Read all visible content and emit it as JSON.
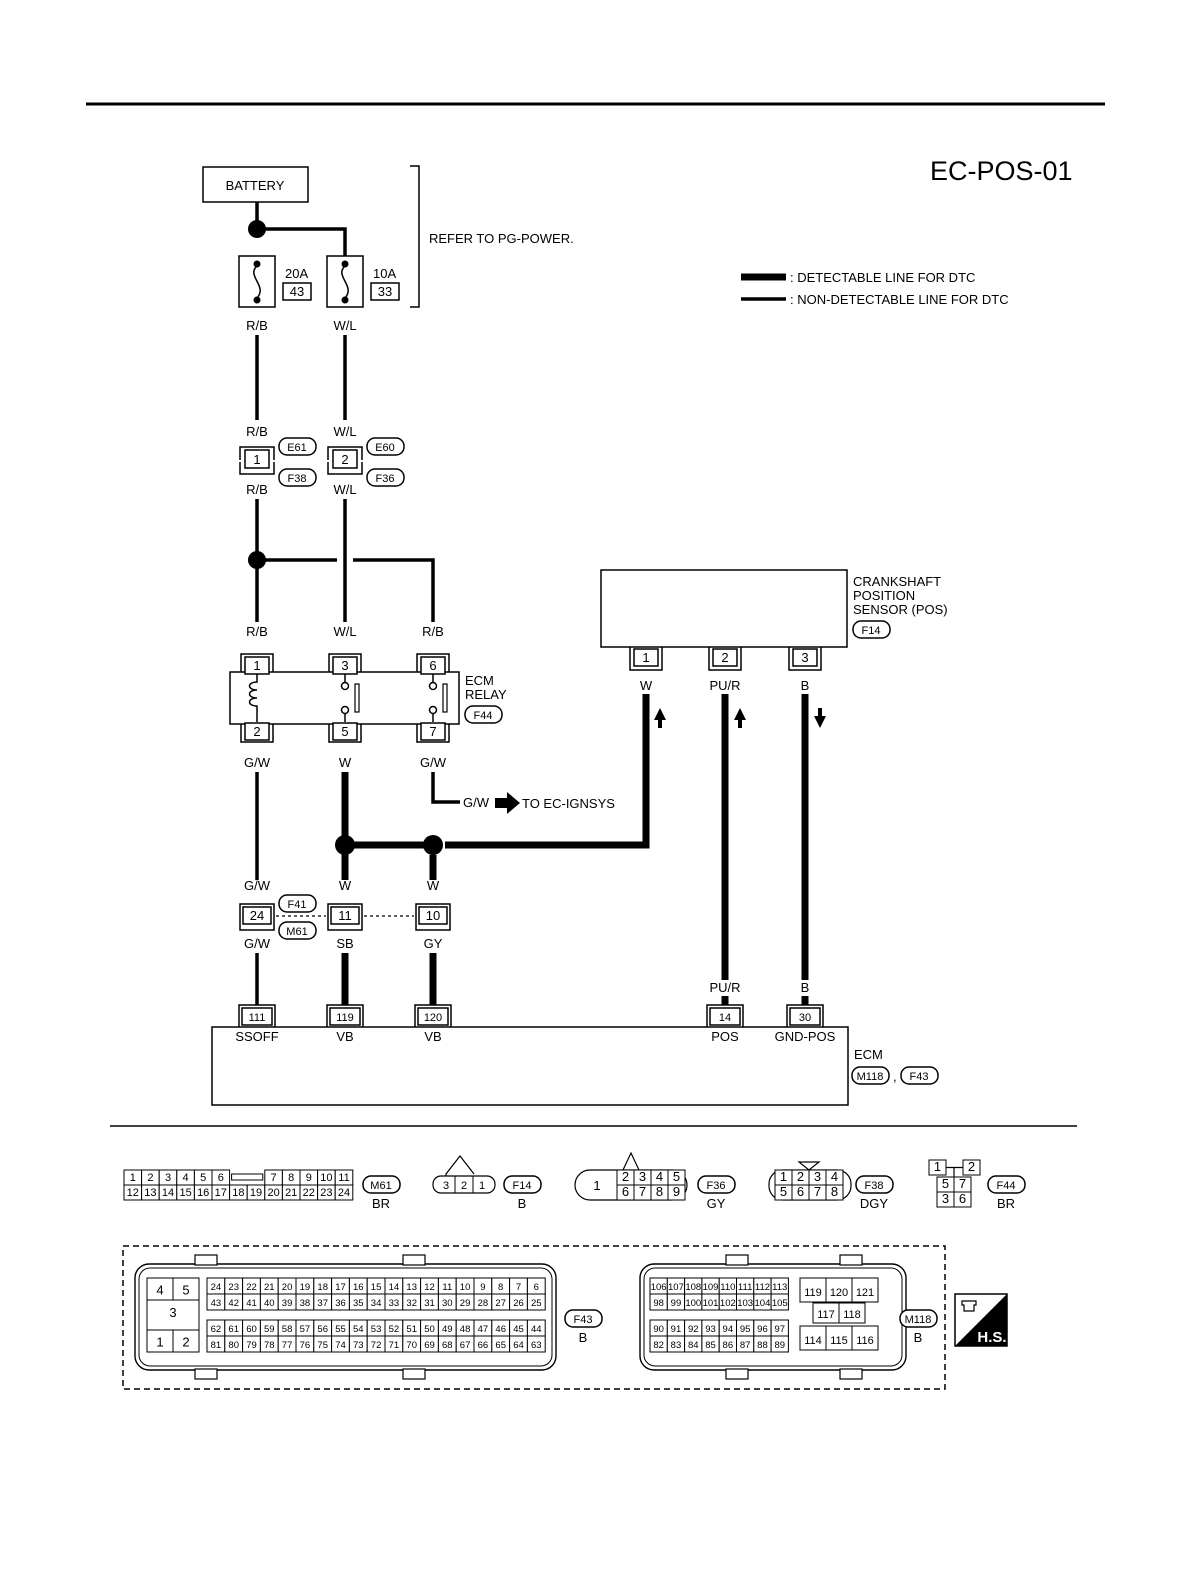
{
  "page_id": "EC-POS-01",
  "battery": "BATTERY",
  "refer_note": "REFER TO PG-POWER.",
  "legend": {
    "detectable": ": DETECTABLE LINE FOR DTC",
    "non_detectable": ": NON-DETECTABLE LINE FOR DTC"
  },
  "fuses": [
    {
      "rating": "20A",
      "number": "43"
    },
    {
      "rating": "10A",
      "number": "33"
    }
  ],
  "wire_colors": {
    "rb": "R/B",
    "wl": "W/L",
    "gw": "G/W",
    "w": "W",
    "pur": "PU/R",
    "b": "B",
    "sb": "SB",
    "gy": "GY"
  },
  "joint_e": {
    "pin1": "1",
    "pin2": "2",
    "e61": "E61",
    "e60": "E60",
    "f38": "F38",
    "f36": "F36"
  },
  "ecm_relay": {
    "label1": "ECM",
    "label2": "RELAY",
    "connector": "F44",
    "pins_top": [
      "1",
      "3",
      "6"
    ],
    "pins_bottom": [
      "2",
      "5",
      "7"
    ]
  },
  "to_ignsys": "TO EC-IGNSYS",
  "sensor": {
    "line1": "CRANKSHAFT",
    "line2": "POSITION",
    "line3": "SENSOR (POS)",
    "connector": "F14",
    "pins": [
      "1",
      "2",
      "3"
    ]
  },
  "joint_f41": {
    "f41": "F41",
    "m61": "M61",
    "pins": [
      "24",
      "11",
      "10"
    ]
  },
  "ecm": {
    "label": "ECM",
    "conn1": "M118",
    "comma": ",",
    "conn2": "F43",
    "pins": [
      {
        "num": "111",
        "name": "SSOFF"
      },
      {
        "num": "119",
        "name": "VB"
      },
      {
        "num": "120",
        "name": "VB"
      },
      {
        "num": "14",
        "name": "POS"
      },
      {
        "num": "30",
        "name": "GND-POS"
      }
    ]
  },
  "connector_views": {
    "m61": {
      "id": "M61",
      "color": "BR",
      "row1": [
        "1",
        "2",
        "3",
        "4",
        "5",
        "6",
        "7",
        "8",
        "9",
        "10",
        "11"
      ],
      "row2": [
        "12",
        "13",
        "14",
        "15",
        "16",
        "17",
        "18",
        "19",
        "20",
        "21",
        "22",
        "23",
        "24"
      ]
    },
    "f14": {
      "id": "F14",
      "color": "B",
      "pins": [
        "3",
        "2",
        "1"
      ]
    },
    "f36": {
      "id": "F36",
      "color": "GY",
      "big": "1",
      "row1": [
        "2",
        "3",
        "4",
        "5"
      ],
      "row2": [
        "6",
        "7",
        "8",
        "9"
      ]
    },
    "f38": {
      "id": "F38",
      "color": "DGY",
      "row1": [
        "1",
        "2",
        "3",
        "4"
      ],
      "row2": [
        "5",
        "6",
        "7",
        "8"
      ]
    },
    "f44": {
      "id": "F44",
      "color": "BR",
      "p1": "1",
      "p2": "2",
      "p5": "5",
      "p7": "7",
      "p3": "3",
      "p6": "6"
    },
    "f43": {
      "id": "F43",
      "color": "B",
      "block": [
        "4",
        "5",
        "3",
        "1",
        "2"
      ],
      "r1": [
        "24",
        "23",
        "22",
        "21",
        "20",
        "19",
        "18",
        "17",
        "16",
        "15",
        "14",
        "13",
        "12",
        "11",
        "10",
        "9",
        "8",
        "7",
        "6"
      ],
      "r2": [
        "43",
        "42",
        "41",
        "40",
        "39",
        "38",
        "37",
        "36",
        "35",
        "34",
        "33",
        "32",
        "31",
        "30",
        "29",
        "28",
        "27",
        "26",
        "25"
      ],
      "r3": [
        "62",
        "61",
        "60",
        "59",
        "58",
        "57",
        "56",
        "55",
        "54",
        "53",
        "52",
        "51",
        "50",
        "49",
        "48",
        "47",
        "46",
        "45",
        "44"
      ],
      "r4": [
        "81",
        "80",
        "79",
        "78",
        "77",
        "76",
        "75",
        "74",
        "73",
        "72",
        "71",
        "70",
        "69",
        "68",
        "67",
        "66",
        "65",
        "64",
        "63"
      ]
    },
    "m118": {
      "id": "M118",
      "color": "B",
      "r1": [
        "106",
        "107",
        "108",
        "109",
        "110",
        "111",
        "112",
        "113"
      ],
      "r2": [
        "98",
        "99",
        "100",
        "101",
        "102",
        "103",
        "104",
        "105"
      ],
      "r3": [
        "90",
        "91",
        "92",
        "93",
        "94",
        "95",
        "96",
        "97"
      ],
      "r4": [
        "82",
        "83",
        "84",
        "85",
        "86",
        "87",
        "88",
        "89"
      ],
      "b1": [
        "119",
        "120",
        "121"
      ],
      "b2": [
        "117",
        "118"
      ],
      "b3": [
        "114",
        "115",
        "116"
      ]
    }
  },
  "hs_badge": "H.S."
}
